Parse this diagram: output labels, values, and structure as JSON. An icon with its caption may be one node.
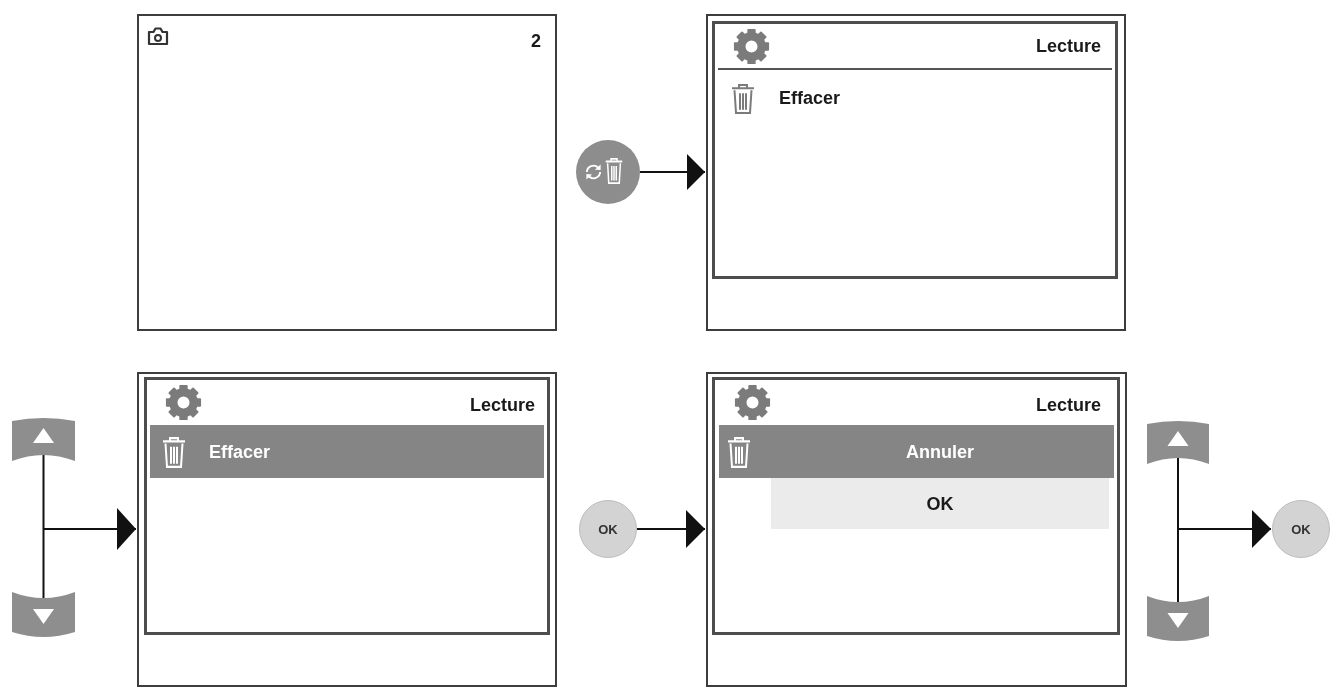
{
  "diagram": {
    "nodes": [
      {
        "text": [
          "2"
        ]
      },
      {
        "text": [],
        "shape": "circle"
      },
      {
        "text": [],
        "shape": "box"
      },
      {
        "text": [
          "Lecture",
          "Effacer"
        ],
        "in": 2
      },
      {
        "text": [],
        "shape": "picture"
      },
      {
        "text": [],
        "shape": "picture"
      },
      {
        "text": [],
        "shape": "box"
      },
      {
        "text": [
          "Lecture"
        ],
        "in": 6
      },
      {
        "text": [
          "Effacer"
        ],
        "in": 7
      },
      {
        "text": [
          "OK"
        ]
      },
      {
        "text": [],
        "shape": "box"
      },
      {
        "text": [
          "Lecture"
        ],
        "in": 10
      },
      {
        "text": [
          "Annuler"
        ],
        "in": 11
      },
      {
        "text": [
          "OK"
        ],
        "in": 11
      },
      {
        "text": [],
        "shape": "picture"
      },
      {
        "text": [],
        "shape": "picture"
      },
      {
        "text": [
          "OK"
        ]
      }
    ],
    "edges": [
      {
        "from": 1,
        "to": 2,
        "arrow": "to"
      },
      {
        "from": 4,
        "to": 6,
        "arrow": "to"
      },
      {
        "from": 5,
        "to": 6,
        "arrow": "to"
      },
      {
        "from": 9,
        "to": 10,
        "arrow": "to"
      },
      {
        "from": 14,
        "to": 16,
        "arrow": "to"
      },
      {
        "from": 15,
        "to": 16,
        "arrow": "to"
      }
    ]
  }
}
